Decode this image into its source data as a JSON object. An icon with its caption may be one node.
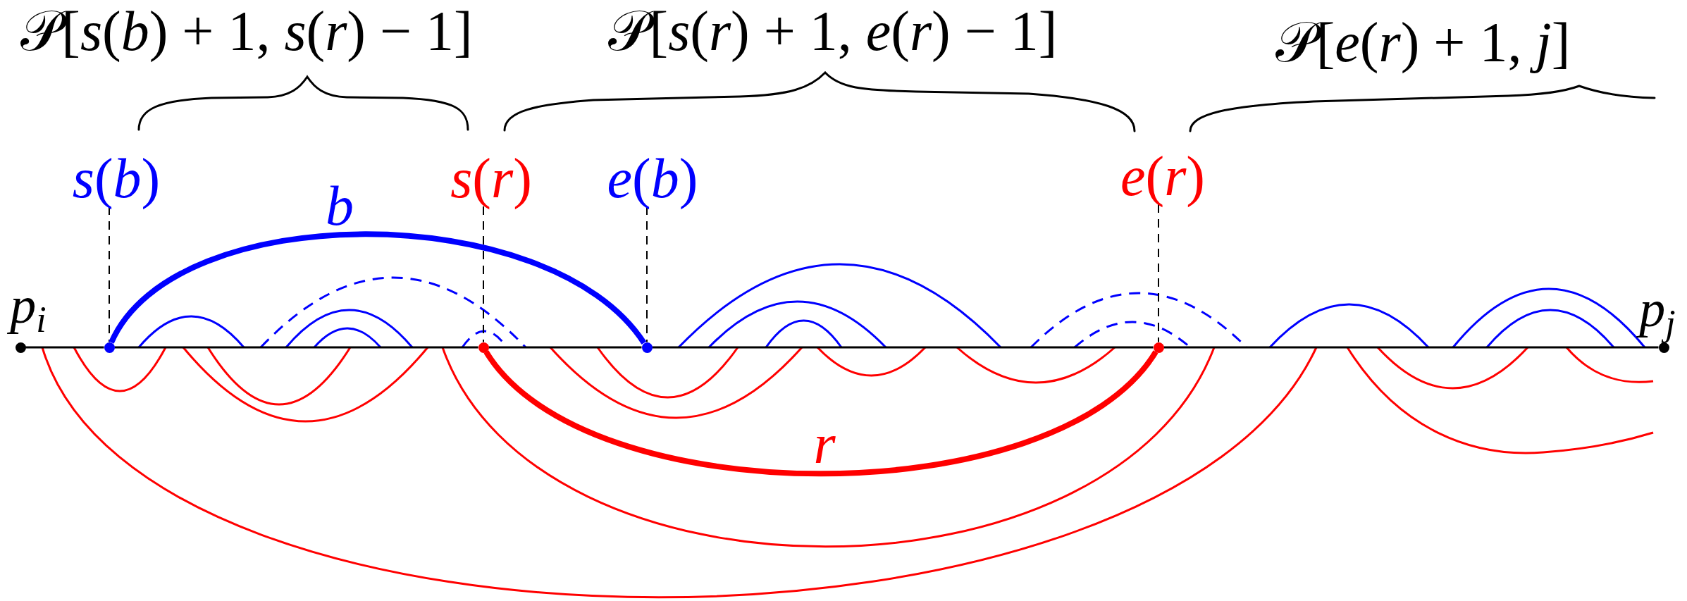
{
  "diagram": {
    "nodes": [
      {
        "text": [
          "*s*(*b*)"
        ]
      },
      {
        "text": [
          "*s*(*r*)"
        ]
      },
      {
        "text": [
          "*e*(*b*)"
        ]
      },
      {
        "text": [
          "*e*(*r*)"
        ]
      },
      {
        "text": [],
        "shape": "circle",
        "beside": [
          "p$_{i}$"
        ]
      },
      {
        "text": [],
        "shape": "circle"
      },
      {
        "text": [],
        "shape": "circle"
      },
      {
        "text": [],
        "shape": "circle"
      },
      {
        "text": [],
        "shape": "circle"
      },
      {
        "text": [],
        "shape": "circle",
        "beside": [
          "p$_{j}$"
        ]
      }
    ],
    "edges": [
      {
        "from": 0,
        "to": 5,
        "arrow": "none",
        "style": "dashed"
      },
      {
        "from": 1,
        "to": 6,
        "arrow": "none",
        "style": "dashed"
      },
      {
        "from": 2,
        "to": 7,
        "arrow": "none",
        "style": "dashed"
      },
      {
        "from": 3,
        "to": 8,
        "arrow": "none",
        "style": "dashed"
      },
      {
        "from": 5,
        "to": 7,
        "arrow": "none",
        "label": "b",
        "style": "thick",
        "color": "#0000ff"
      },
      {
        "from": 6,
        "to": 8,
        "arrow": "none",
        "label": "r",
        "style": "thick",
        "color": "#ff0000"
      },
      {
        "from": 4,
        "to": 5,
        "arrow": "none"
      },
      {
        "from": 5,
        "to": 6,
        "arrow": "none"
      },
      {
        "from": 6,
        "to": 7,
        "arrow": "none"
      },
      {
        "from": 7,
        "to": 8,
        "arrow": "none"
      },
      {
        "from": 8,
        "to": 9,
        "arrow": "none"
      }
    ],
    "labels": [
      "𝒫[*s*(*b*) + 1, *s*(*r*) − 1]",
      "𝒫[*s*(*r*) + 1, *e*(*r*) − 1]",
      "𝒫[*e*(*r*) + 1, *j*]"
    ]
  }
}
